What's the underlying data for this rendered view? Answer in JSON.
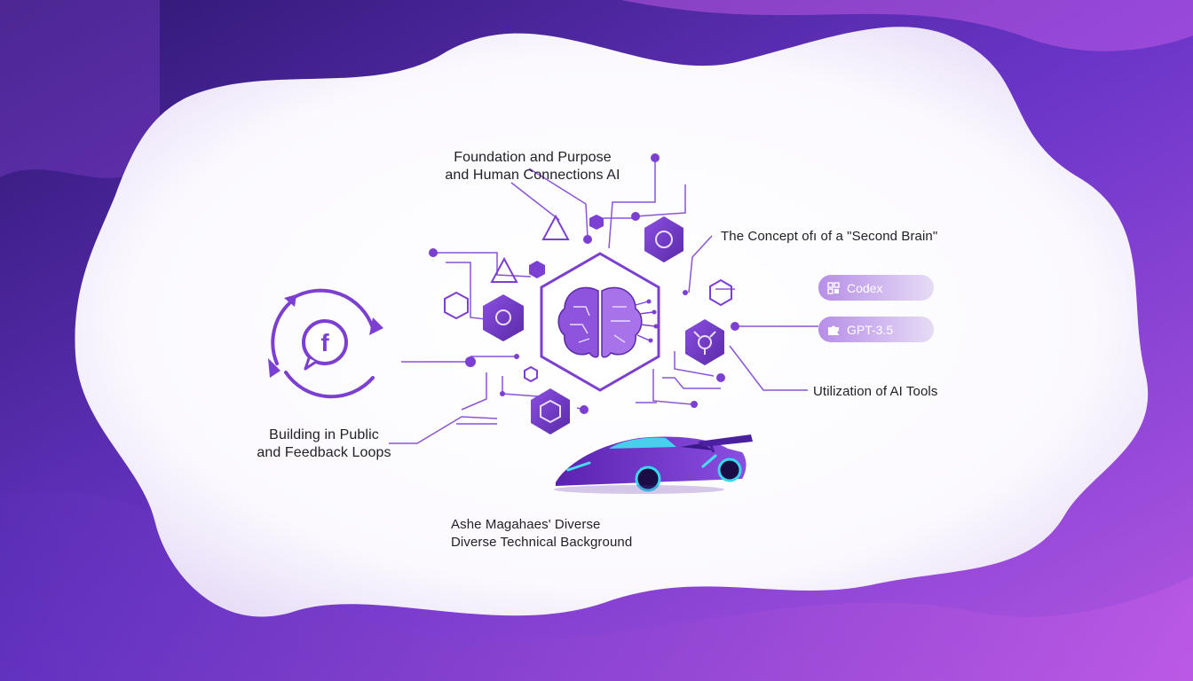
{
  "labels": {
    "foundation": [
      "Foundation and Purpose",
      "and Human Connections AI"
    ],
    "second_brain": "The Concept ofı of a \"Second Brain\"",
    "building_public": [
      "Building in Public",
      "and Feedback Loops"
    ],
    "ai_tools": "Utilization of AI Tools",
    "background": [
      "Ashe Magahaes' Diverse",
      "Diverse Technical Background"
    ]
  },
  "tools": [
    {
      "label": "Codex",
      "icon": "grid-icon"
    },
    {
      "label": "GPT-3.5",
      "icon": "puzzle-icon"
    }
  ],
  "icons": {
    "center": "brain-circuit-icon",
    "feedback": "facebook-cycle-icon",
    "vehicle": "sports-car-icon"
  },
  "colors": {
    "accent": "#7b3fd1",
    "accent_dark": "#5a2aa8",
    "line": "#8a55d6",
    "bg_dark": "#3a1f8a",
    "bg_mid": "#7a3fd4",
    "bg_light": "#b056e0",
    "text": "#222028"
  }
}
